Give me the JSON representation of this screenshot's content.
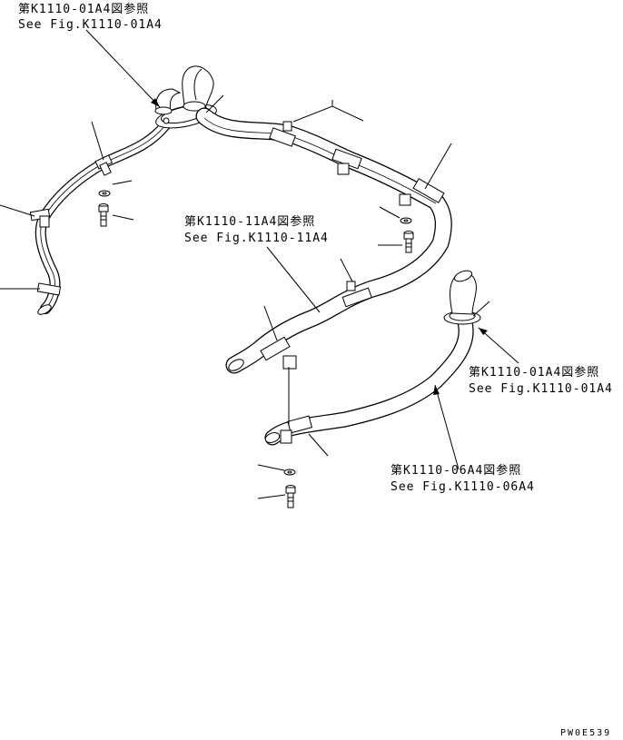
{
  "callouts": {
    "top_left": {
      "jp": "第K1110-01A4図参照",
      "en": "See Fig.K1110-01A4"
    },
    "middle": {
      "jp": "第K1110-11A4図参照",
      "en": "See Fig.K1110-11A4"
    },
    "right": {
      "jp": "第K1110-01A4図参照",
      "en": "See Fig.K1110-01A4"
    },
    "bottom_right": {
      "jp": "第K1110-06A4図参照",
      "en": "See Fig.K1110-06A4"
    }
  },
  "drawing_code": "PW0E539"
}
